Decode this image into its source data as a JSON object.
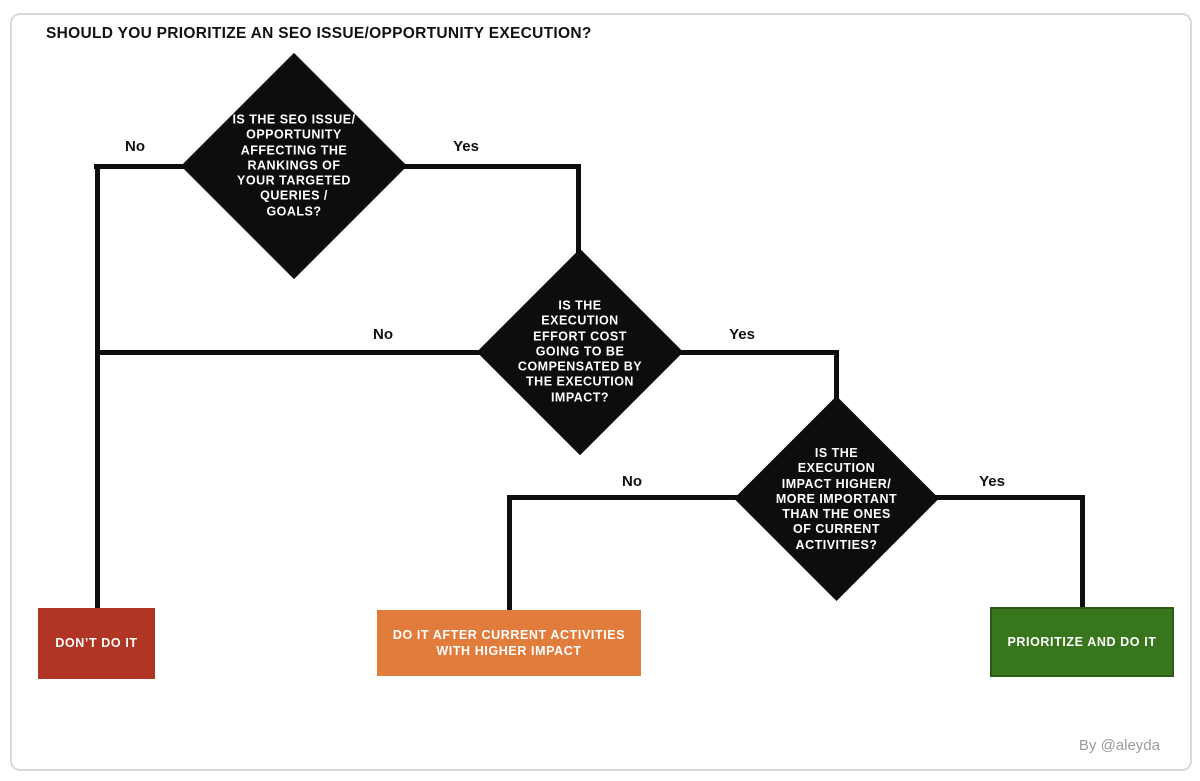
{
  "title": "SHOULD YOU PRIORITIZE AN SEO ISSUE/OPPORTUNITY EXECUTION?",
  "credit": "By @aleyda",
  "colors": {
    "node": "#0d0d0d",
    "connector": "#0d0d0d",
    "dont_do_it": "#b13524",
    "do_after": "#e17c3c",
    "prioritize": "#38761d",
    "prioritize_border": "#2d5a16",
    "credit_text": "#9b9ba0",
    "frame": "#d9d9d9",
    "text_dark": "#111111",
    "text_light": "#ffffff"
  },
  "diamonds": [
    {
      "id": "q1",
      "text": "IS THE SEO ISSUE/\nOPPORTUNITY\nAFFECTING THE\nRANKINGS OF\nYOUR TARGETED\nQUERIES /\nGOALS?"
    },
    {
      "id": "q2",
      "text": "IS THE\nEXECUTION\nEFFORT COST\nGOING TO BE\nCOMPENSATED BY\nTHE EXECUTION\nIMPACT?"
    },
    {
      "id": "q3",
      "text": "IS THE\nEXECUTION\nIMPACT HIGHER/\nMORE IMPORTANT\nTHAN THE ONES\nOF CURRENT\nACTIVITIES?"
    }
  ],
  "edge_labels": [
    {
      "id": "q1-no",
      "text": "No"
    },
    {
      "id": "q1-yes",
      "text": "Yes"
    },
    {
      "id": "q2-no",
      "text": "No"
    },
    {
      "id": "q2-yes",
      "text": "Yes"
    },
    {
      "id": "q3-no",
      "text": "No"
    },
    {
      "id": "q3-yes",
      "text": "Yes"
    }
  ],
  "outcomes": [
    {
      "id": "dont",
      "text": "DON’T DO IT"
    },
    {
      "id": "after",
      "text": "DO IT AFTER CURRENT ACTIVITIES\nWITH HIGHER IMPACT"
    },
    {
      "id": "prioritize",
      "text": "PRIORITIZE AND DO IT"
    }
  ]
}
